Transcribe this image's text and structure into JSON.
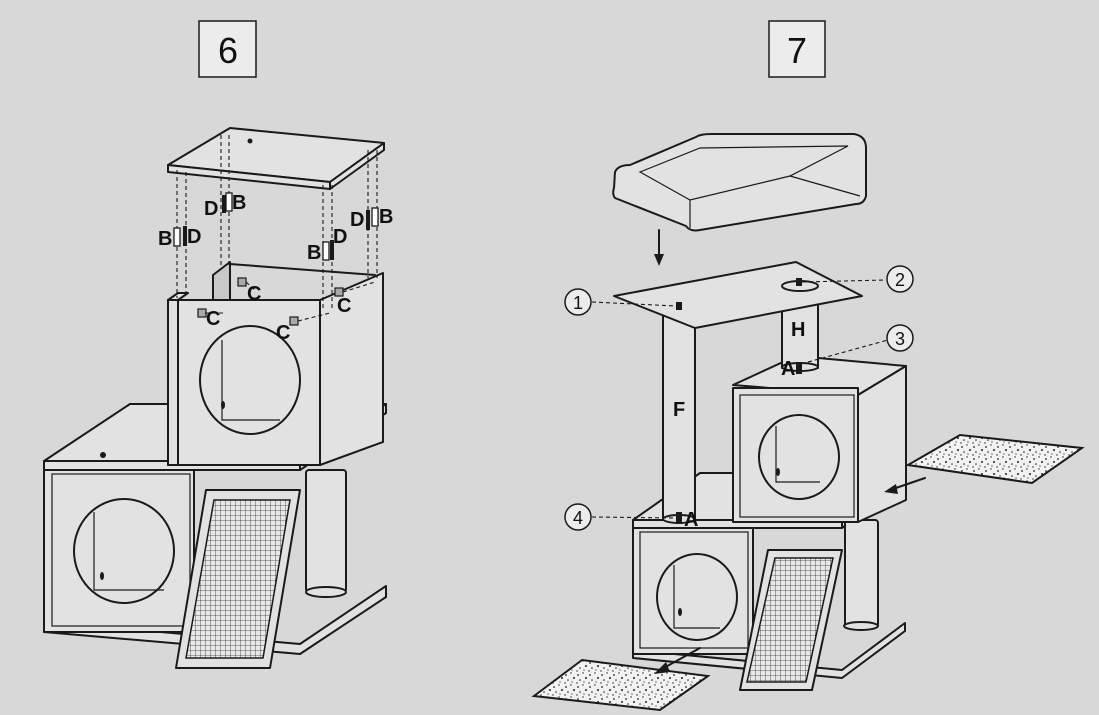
{
  "steps": [
    {
      "number": "6"
    },
    {
      "number": "7"
    }
  ],
  "step6": {
    "labels": {
      "b1": "B",
      "d1": "D",
      "d2": "D",
      "b2": "B",
      "b3": "B",
      "d3": "D",
      "d4": "D",
      "b4": "B",
      "c1": "C",
      "c2": "C",
      "c3": "C",
      "c4": "C"
    }
  },
  "step7": {
    "callouts": [
      "1",
      "2",
      "3",
      "4"
    ],
    "labels": {
      "h": "H",
      "f": "F",
      "a1": "A",
      "a2": "A"
    }
  },
  "colors": {
    "background": "#d8d8d8",
    "line": "#1a1a1a",
    "panel": "#e2e2e2"
  }
}
